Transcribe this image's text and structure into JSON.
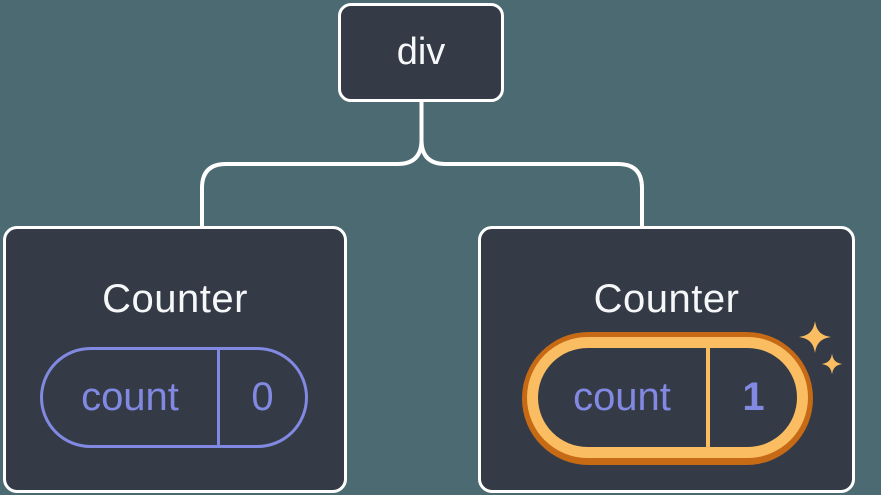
{
  "colors": {
    "canvas-bg": "#4c6a72",
    "node-bg": "#343b46",
    "node-border": "#ffffff",
    "title-text": "#f6f7f9",
    "purple": "#8289e2",
    "orange-light": "#fabd62",
    "orange-dark": "#c76a15"
  },
  "tree": {
    "root": {
      "label": "div"
    },
    "children": [
      {
        "title": "Counter",
        "highlighted": false,
        "state": {
          "key": "count",
          "value": "0"
        }
      },
      {
        "title": "Counter",
        "highlighted": true,
        "state": {
          "key": "count",
          "value": "1"
        }
      }
    ]
  }
}
